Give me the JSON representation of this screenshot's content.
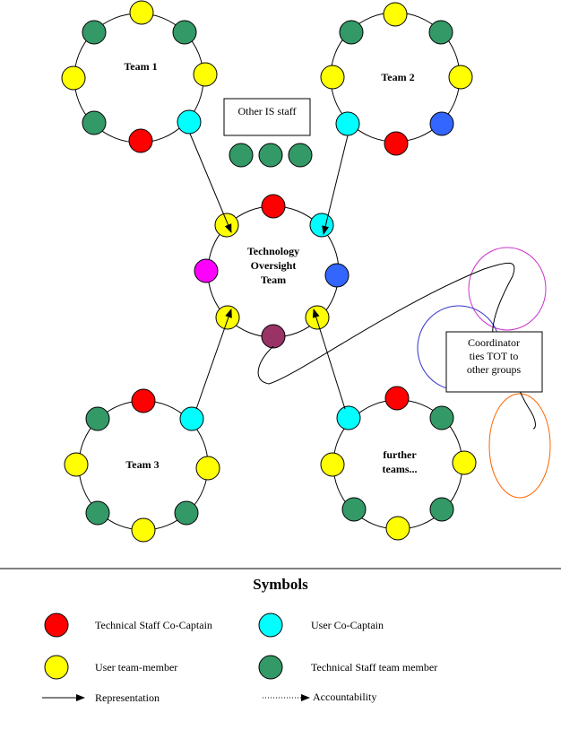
{
  "colors": {
    "technical_co_captain": "#ff0000",
    "user_co_captain": "#00ffff",
    "user_member": "#ffff00",
    "technical_member": "#339966",
    "magenta_member": "#ff00ff",
    "blue_member": "#3366ff",
    "coordinator": "#993366",
    "coordinator_loop_magenta": "#cc33cc",
    "coordinator_loop_blue": "#3333cc",
    "coordinator_loop_orange": "#ff6600"
  },
  "teams": {
    "team1": "Team 1",
    "team2": "Team 2",
    "team3": "Team 3",
    "further": [
      "further",
      "teams..."
    ],
    "tot": [
      "Technology",
      "Oversight",
      "Team"
    ]
  },
  "other_is_staff": "Other IS staff",
  "coordinator_box": [
    "Coordinator",
    "ties TOT to",
    "other groups"
  ],
  "symbols": {
    "title": "Symbols",
    "technical_co_captain": "Technical Staff Co-Captain",
    "user_co_captain": "User Co-Captain",
    "user_member": "User team-member",
    "technical_member": "Technical Staff team member",
    "representation": "Representation",
    "accountability": "Accountability"
  }
}
